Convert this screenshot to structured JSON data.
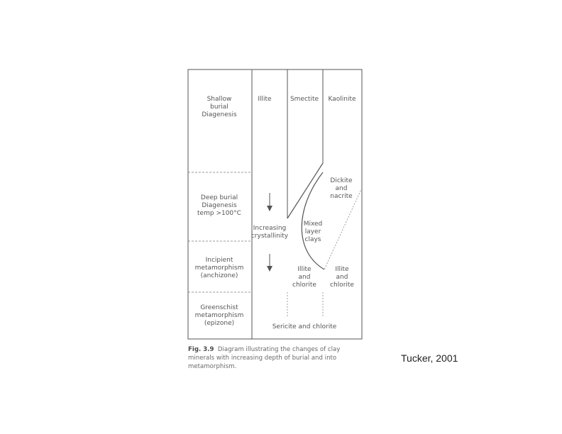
{
  "figure": {
    "columns": {
      "illite": "Illite",
      "smectite": "Smectite",
      "kaolinite": "Kaolinite"
    },
    "zones": {
      "shallow": [
        "Shallow",
        "burial",
        "Diagenesis"
      ],
      "deep": [
        "Deep burial",
        "Diagenesis",
        "temp >100°C"
      ],
      "incipient": [
        "Incipient",
        "metamorphism",
        "(anchizone)"
      ],
      "greenschist": [
        "Greenschist",
        "metamorphism",
        "(epizone)"
      ]
    },
    "labels": {
      "crystallinity": [
        "Increasing",
        "crystallinity"
      ],
      "mixed_layer": [
        "Mixed",
        "layer",
        "clays"
      ],
      "dickite": [
        "Dickite",
        "and",
        "nacrite"
      ],
      "illite_chlorite_smectite": [
        "Illite",
        "and",
        "chlorite"
      ],
      "illite_chlorite_kaolinite": [
        "Illite",
        "and",
        "chlorite"
      ],
      "sericite": "Sericite and chlorite"
    },
    "colors": {
      "line": "#555555",
      "dash": "#888888",
      "text": "#555555"
    },
    "icons": [
      "down-arrow-icon",
      "down-arrow-icon"
    ]
  },
  "caption": {
    "label": "Fig. 3.9",
    "text": "Diagram illustrating the changes of clay minerals with increasing depth of burial and into metamorphism."
  },
  "credit": "Tucker, 2001"
}
